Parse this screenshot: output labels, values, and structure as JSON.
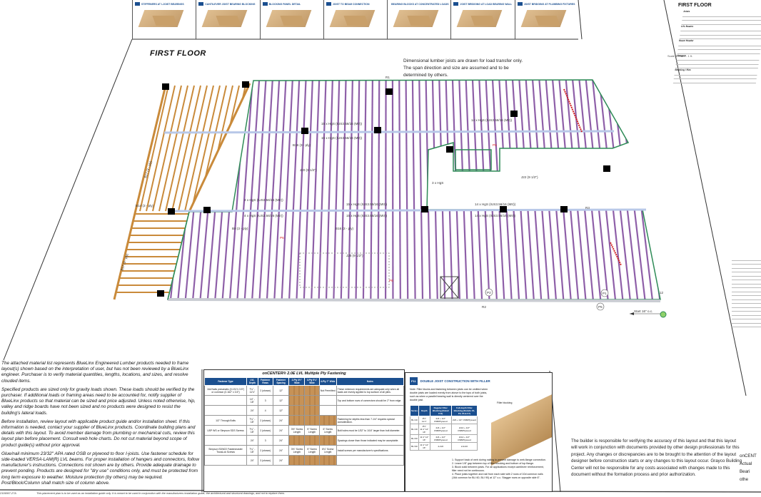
{
  "sheet": {
    "title": "FIRST FLOOR",
    "scale_text": "Scale 1/4 inch - 1 ft.",
    "dimensional_note": "Dimensional lumber joists are drawn for load transfer only. The span direction and size are assumed and to be determined by others."
  },
  "detail_strip": [
    {
      "title": "STIFFENERS AT I-JOIST BEARINGS"
    },
    {
      "title": "CANTILEVER JOIST BEARING BLOCKING"
    },
    {
      "title": "BLOCKING PANEL DETAIL"
    },
    {
      "title": "JOIST TO BEAM CONNECTION"
    },
    {
      "title": "BEARING BLOCKS AT CONCENTRATED LOADS"
    },
    {
      "title": "JOIST BRIDGING AT LOAD BEARING WALL"
    },
    {
      "title": "JOIST BRIDGING AT PLUMBING FIXTURES"
    }
  ],
  "material_list": {
    "title": "FIRST FLOOR",
    "sections": [
      "Joists",
      "LVL Beams",
      "Beam Header",
      "Hangers",
      "Blocking / Rim"
    ]
  },
  "plan_labels": {
    "hanger_a": "4 x HgS (IUS3.56/16 (Mtr))",
    "hanger_b": "15 x HgS (IUS3.56/16 (Mtr))",
    "hanger_c": "14 x HgS (IUS3.56/16 (Mtr))",
    "beam_a": "B16 (3 - ply)",
    "beam_b": "B14 (3 - ply)",
    "beam_c": "B17 (3 - ply)",
    "beam_d": "B9 (3 - ply)",
    "joist_a": "J20 (9 1/2\")",
    "joist_b": "J26 (9 1/2\")",
    "joist_c": "J22 (9 1/2\")",
    "hanger_d": "3 x HgS",
    "rim_r1": "R1",
    "rim_r2": "R2",
    "rim_r3": "R3",
    "tag_p1": "P1",
    "tag_p5": "P5",
    "tag_p2": "P2",
    "red_tag": "P6",
    "start": "Start 16\" o.c.",
    "num_12": "12"
  },
  "notes": [
    "The attached material list represents BlueLinx Engineered Lumber products needed to frame layout(s) shown based on the interpretation of user, but has not been reviewed by a BlueLinx engineer. Purchaser is to verify material quantities, lengths, locations, and sizes, and resolve clouded items.",
    "Specified products are sized only for gravity loads shown. These loads should be verified by the purchaser. If additional loads or framing areas need to be accounted for, notify supplier of BlueLinx products so that material can be sized and price adjusted. Unless noted otherwise, hip, valley and ridge boards have not been sized and no products were designed to resist the building's lateral loads.",
    "Before installation, review layout with applicable product guide and/or installation sheet. If this information is needed, contact your supplier of BlueLinx products. Coordinate building plans and details with this layout. To avoid member damage from plumbing or mechanical cuts, review this layout plan before placement. Consult web hole charts. Do not cut material beyond scope of product guide(s) without prior approval.",
    "Glue/nail minimum 23/32\" APA rated OSB or plywood to floor I-joists. Use fastener schedule for side-loaded VERSA-LAM(R) LVL beams. For proper installation of hangers and connectors, follow manufacturer's instructions. Connections not shown are by others. Provide adequate drainage to prevent ponding. Products are designed for \"dry use\" conditions only, and must be protected from long term exposure to weather. Moisture protection (by others) may be required. Post/Block/Column shall match size of column above."
  ],
  "footer": {
    "code": "2109067-27A",
    "text": "This placement plan is to be used as an installation guide only. It is meant to be used in conjunction with the manufacturers installation guide, the architectural and structural drawings, and not to replace them."
  },
  "lvl_table": {
    "title": "onCENTER® 2.0E LVL Multiple Ply Fastening",
    "headers": [
      "Fastener Type",
      "LVL Depth",
      "Fastener Rows",
      "Fastener Spacing",
      "2-Ply 3½\" Wide",
      "3-Ply 5¼\" Wide",
      "4-Ply 7\" Wide",
      "Notes"
    ],
    "rows": [
      [
        "16d Nails pneumatic (0.131\"x 3.5\") or common (0.162\" x 3.5\")",
        "7¼\" - 11⅞\"",
        "2 (shown)",
        "12\"",
        "",
        "",
        "Not Permitted",
        "These minimum requirements are adequate only when all loads are evenly applied to top surface of all plies."
      ],
      [
        "",
        "14\" - 18\"",
        "3",
        "12\"",
        "",
        "",
        "",
        "Top and bottom rows of connectors should be 2\" from edge."
      ],
      [
        "",
        "24\"",
        "4",
        "12\"",
        "",
        "",
        "",
        ""
      ],
      [
        "1/2\" Through Bolts",
        "7¼\" - 18\"",
        "2 (shown)",
        "24\"",
        "",
        "",
        "",
        "Fastening for depths less than 7-1/4\" requires special consideration."
      ],
      [
        "USP WS or Simpson SDS Screws",
        "7¼\" - 18\"",
        "2 (shown)",
        "24\"",
        "3½\" Screw Length",
        "5\" Screw Length",
        "6\" Screw Length",
        "Bolt holes must be 1/32\" to 1/16\" larger than bolt diameter."
      ],
      [
        "",
        "24\"",
        "3",
        "24\"",
        "",
        "",
        "",
        "Spacings closer than those indicated may be acceptable."
      ],
      [
        "Simpson SDW22 Fastenmaster TrussLok Screws",
        "7¼\" - 18\"",
        "2 (shown)",
        "24\"",
        "3⅜\" Screw Length",
        "5\" Screw Length",
        "6¾\" Screw Length",
        "Install screws per manufacturer's specifications."
      ],
      [
        "",
        "24\"",
        "3 (shown)",
        "24\"",
        "",
        "",
        "",
        ""
      ]
    ]
  },
  "double_joist": {
    "badge": "F11",
    "title": "DOUBLE JOIST CONSTRUCTION WITH FILLER",
    "note": "Note: Filler blocks and fastening between joists can be omitted when double joists are loaded evenly from above to the tops of both joists, such as when a parallel bearing wall is directly centered over the double joist.",
    "filler_label": "Filler blocking",
    "headers": [
      "Series",
      "Depth",
      "Regular Filler Blocking (Detail F11)",
      "Full-depth Filler Blocking (Details F4, F5, F6 & F7)"
    ],
    "rows": [
      [
        "BLI 20",
        "9½\" 11⅞\"",
        "2x6 + 1/2\" OSB/Plywood",
        "2x8 + 1/2\" OSB/Plywood"
      ],
      [
        "BLI 40",
        "9½\" 11⅞\" 14\" 16\"",
        "2x6 + 1/2\" OSB/Plywood",
        "2x10 + 1/2\" OSB/Plywood"
      ],
      [
        "BLI 60",
        "11⅞\" 14\" 16\"",
        "2x6 + 1/2\" OSB/Plywood",
        "2x12 + 1/2\" OSB/Plywood"
      ],
      [
        "BLI 90",
        "11⅞\" 14\" 16\"",
        "2-2x6",
        "2-2x10"
      ]
    ],
    "steps": [
      "1. Support back of web during nailing to prevent damage to web-flange connection.",
      "2. Leave 1/8\" gap between top of filler blocking and bottom of top flange.",
      "3. Block solid between joists. For all applications except cantilever reinforcement, filler need not be continuous.",
      "4. Place joists together and nail from each side with 2 rows of 10d common nails (16d common for BLI 60, BLI 90) at 12\" o.c. Stagger rows on opposite side 6\"."
    ]
  },
  "builder_note": "The builder is responsible for verifying the accuracy of this layout and that this layout will work in conjunction with documents provided by other design professionals for this project. Any changes or discrepancies are to be brought to the attention of the layout designer before construction starts or any changes to this layout occur. Grayco Building Center will not be responsible for any costs associated with changes made to this document without the formation process and prior authorization.",
  "cutoff_note": [
    "onCENT",
    "Actual",
    "Beari",
    "othe"
  ],
  "colors": {
    "joist": "#8e5fa8",
    "beam": "#b8c8e8",
    "deck": "#c98a3a",
    "rim": "#2e8b57",
    "post": "#000000",
    "header_blue": "#1b4f8f",
    "red_mark": "#d22222"
  }
}
